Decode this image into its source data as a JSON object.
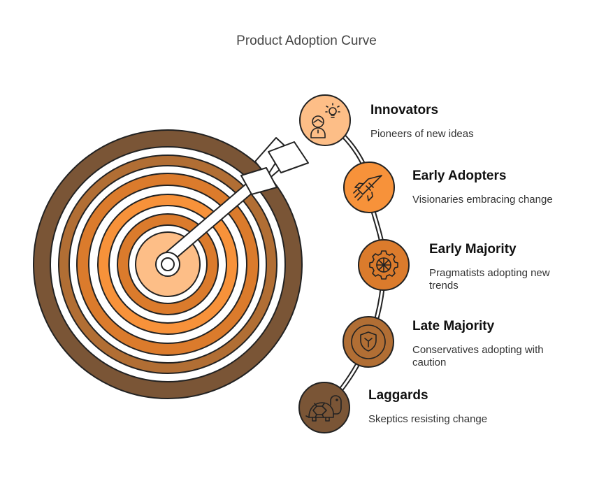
{
  "title": "Product Adoption Curve",
  "stages": [
    {
      "name": "Innovators",
      "description": "Pioneers of new ideas",
      "color": "#FDBE87",
      "icon": "lightbulb-person-icon"
    },
    {
      "name": "Early Adopters",
      "description": "Visionaries embracing change",
      "color": "#F7923A",
      "icon": "rocket-icon"
    },
    {
      "name": "Early Majority",
      "description": "Pragmatists adopting new trends",
      "color": "#DB7B2C",
      "icon": "gear-icon"
    },
    {
      "name": "Late Majority",
      "description": "Conservatives adopting with caution",
      "color": "#B16E34",
      "icon": "shield-icon"
    },
    {
      "name": "Laggards",
      "description": "Skeptics resisting change",
      "color": "#7A5536",
      "icon": "turtle-icon"
    }
  ],
  "target": {
    "ring_colors": [
      "#7A5536",
      "#B16E34",
      "#DB7B2C",
      "#F7923A",
      "#FDBE87"
    ]
  }
}
